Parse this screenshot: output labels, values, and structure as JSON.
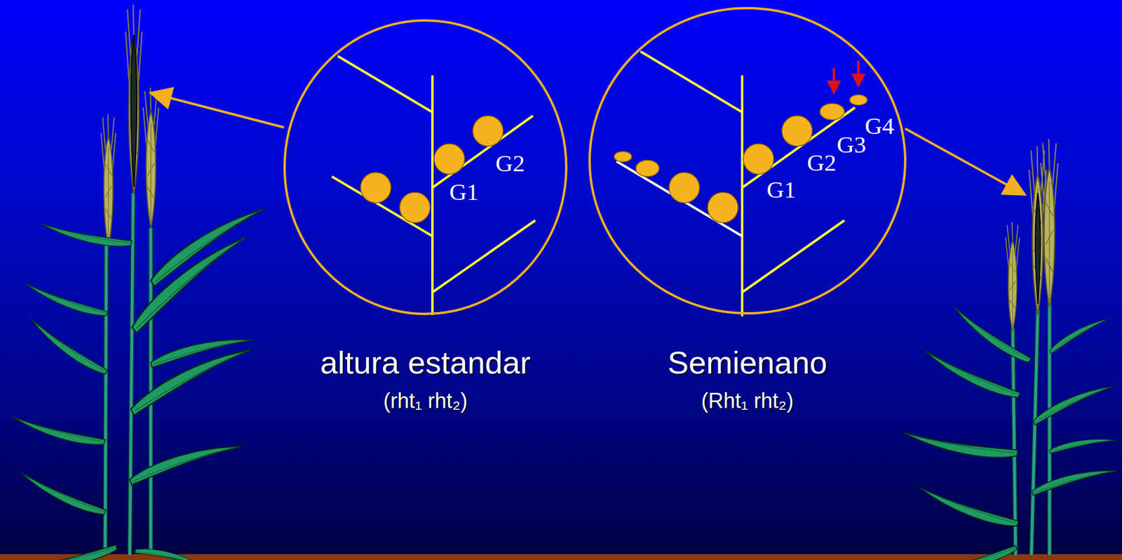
{
  "diagram": {
    "nodes": [
      {
        "text": [
          "altura estandar",
          "(rht₁ rht₂)"
        ]
      },
      {
        "text": [
          "Semienano",
          "(Rht₁ rht₂)"
        ]
      }
    ],
    "labels": [
      "G1",
      "G2",
      "G1",
      "G2",
      "G3",
      "G4"
    ]
  }
}
